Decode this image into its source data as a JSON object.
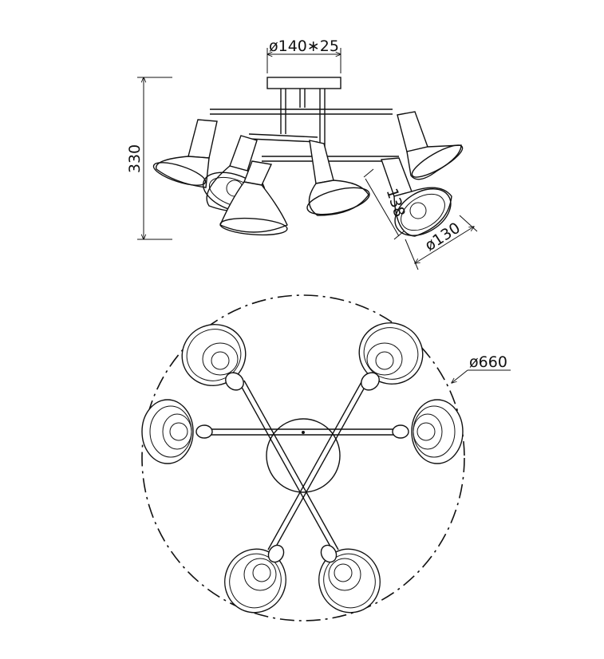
{
  "dimensions": {
    "canopy": "ø140∗25",
    "height": "330",
    "shade_length": "138",
    "shade_diameter": "ø130",
    "overall_diameter": "ø660"
  },
  "colors": {
    "line": "#111111",
    "background": "#ffffff"
  }
}
